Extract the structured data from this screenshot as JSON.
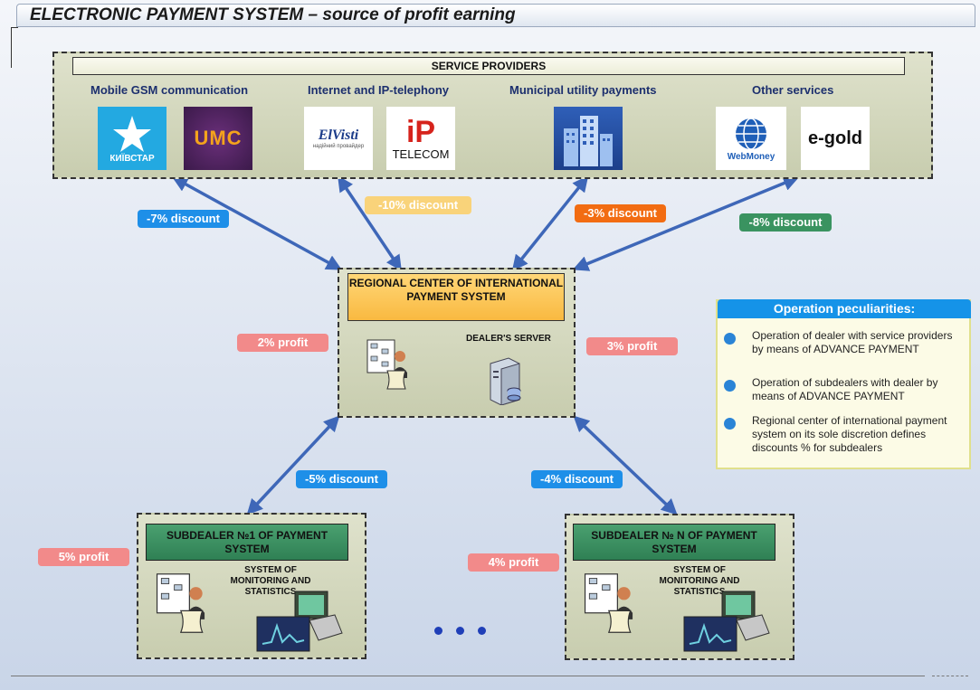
{
  "title": "ELECTRONIC PAYMENT SYSTEM – source of profit earning",
  "providers": {
    "header": "SERVICE PROVIDERS",
    "categories": [
      {
        "label": "Mobile GSM communication"
      },
      {
        "label": "Internet and IP-telephony"
      },
      {
        "label": "Municipal utility payments"
      },
      {
        "label": "Other services"
      }
    ],
    "logos": {
      "kyivstar": "КИЇВСТАР",
      "umc": "UMC",
      "elvisti": "ElVisti",
      "elvisti_sub": "надійний провайдер",
      "ip": "iP",
      "ip_sub": "TELECOM",
      "webmoney": "WebMoney",
      "egold": "e-gold"
    }
  },
  "discounts": {
    "d1": "-7% discount",
    "d2": "-10% discount",
    "d3": "-3% discount",
    "d4": "-8% discount",
    "d5": "-5% discount",
    "d6": "-4% discount"
  },
  "profits": {
    "p1": "2% profit",
    "p2": "3% profit",
    "p3": "5% profit",
    "p4": "4% profit"
  },
  "regional": {
    "title": "REGIONAL CENTER OF INTERNATIONAL PAYMENT SYSTEM",
    "server_label": "DEALER'S SERVER"
  },
  "subdealer1": {
    "title": "SUBDEALER №1 OF PAYMENT SYSTEM",
    "system_label": "SYSTEM OF MONITORING AND STATISTICS"
  },
  "subdealerN": {
    "title": "SUBDEALER № N OF PAYMENT SYSTEM",
    "system_label": "SYSTEM OF MONITORING AND STATISTICS"
  },
  "notes": {
    "header": "Operation peculiarities:",
    "items": [
      "Operation of dealer with service providers by means of ADVANCE PAYMENT",
      "Operation of subdealers with dealer by means of ADVANCE PAYMENT",
      "Regional center of international payment system on its sole discretion defines discounts % for subdealers"
    ]
  },
  "colors": {
    "arrow": "#3e67b8",
    "discount_blue": "#1e8fe8",
    "discount_yellow": "#f9d37a",
    "discount_orange": "#f26c12",
    "discount_green": "#3a9360",
    "profit_pink": "#f28a8a",
    "subdealer_green": "#3b8f5e",
    "regional_orange": "#f9b940"
  }
}
